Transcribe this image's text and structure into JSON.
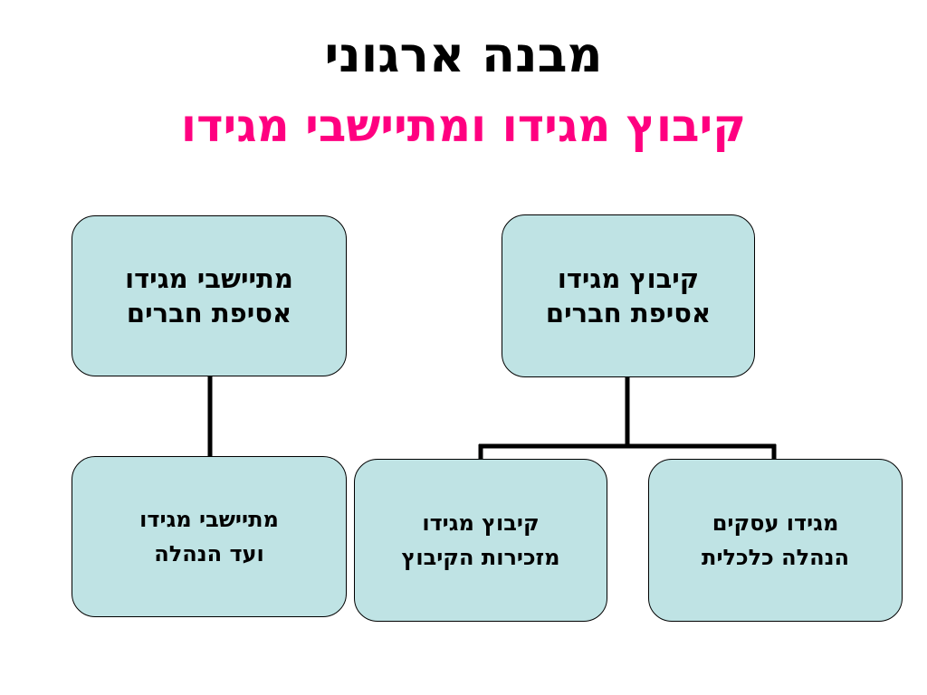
{
  "title": "מבנה ארגוני",
  "subtitle": "קיבוץ מגידו ומתיישבי מגידו",
  "colors": {
    "subtitle": "#ff0080",
    "box_fill": "#bfe3e4",
    "box_border": "#000000",
    "connector": "#000000"
  },
  "nodes": {
    "mityashvei_root": {
      "line1": "מתיישבי מגידו",
      "line2": "אסיפת חברים"
    },
    "kibbutz_root": {
      "line1": "קיבוץ מגידו",
      "line2": "אסיפת חברים"
    },
    "mityashvei_committee": {
      "line1": "מתיישבי מגידו",
      "line2": "ועד הנהלה"
    },
    "kibbutz_secretariat": {
      "line1": "קיבוץ מגידו",
      "line2": "מזכירות הקיבוץ"
    },
    "megiddo_business": {
      "line1": "מגידו עסקים",
      "line2": "הנהלה כלכלית"
    }
  }
}
